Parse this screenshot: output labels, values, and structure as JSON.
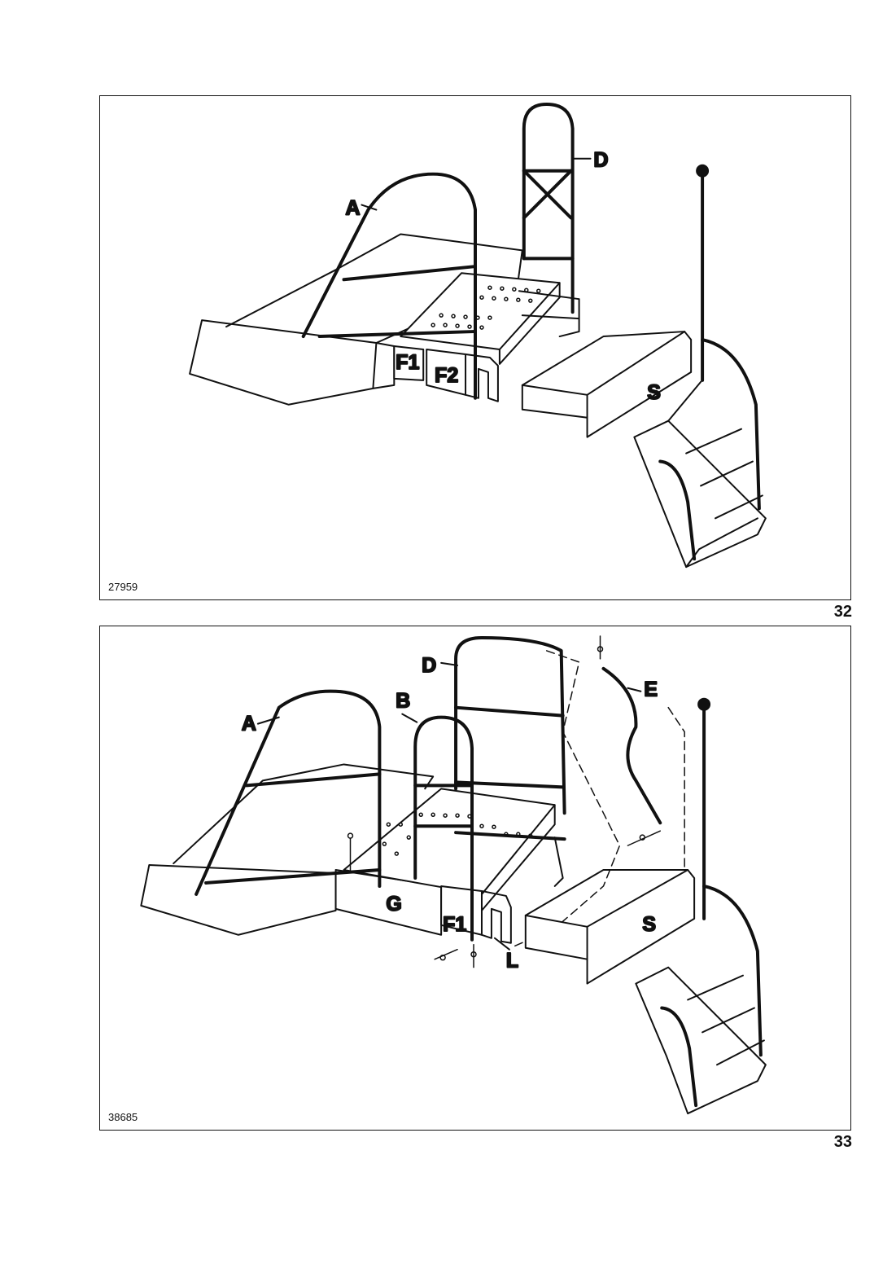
{
  "figures": [
    {
      "number": "27959",
      "label": "32",
      "callouts": {
        "a": "A",
        "d": "D",
        "f1": "F1",
        "f2": "F2",
        "s": "S"
      }
    },
    {
      "number": "38685",
      "label": "33",
      "callouts": {
        "a": "A",
        "b": "B",
        "d": "D",
        "e": "E",
        "g": "G",
        "f1": "F1",
        "l": "L",
        "s": "S"
      }
    }
  ]
}
